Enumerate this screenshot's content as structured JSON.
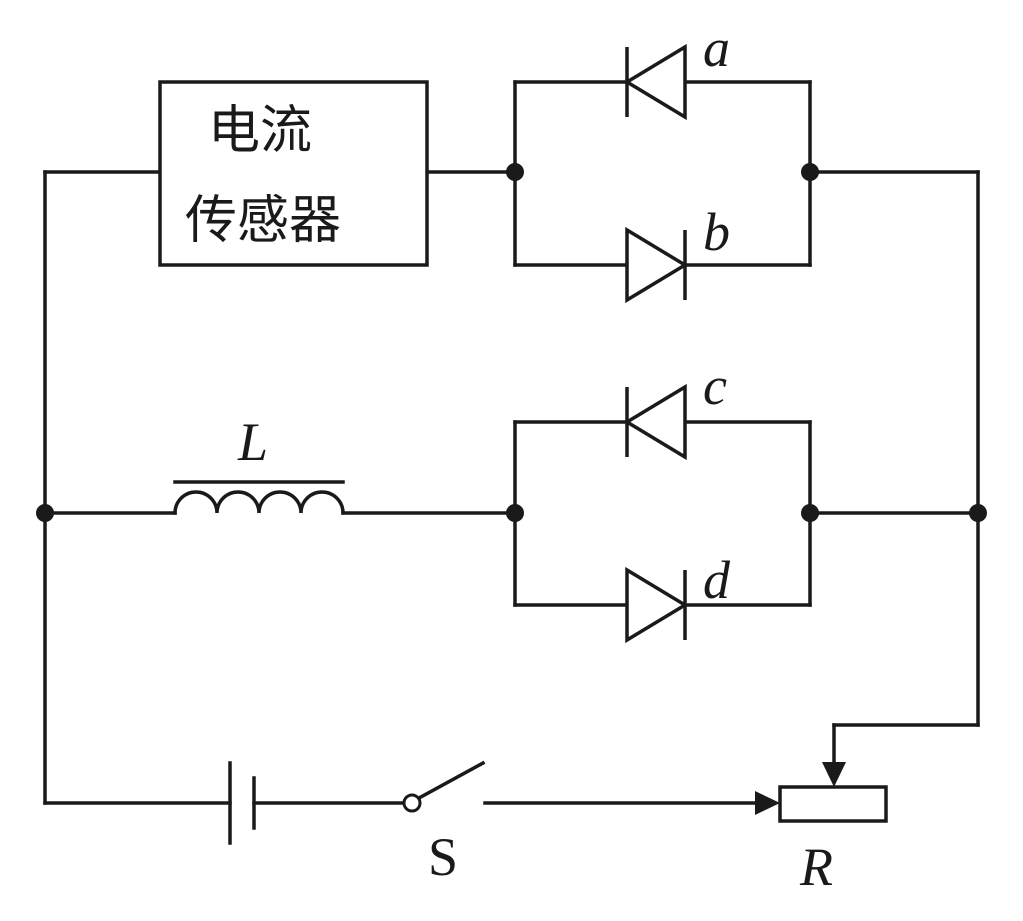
{
  "sensor": {
    "line1": "电流",
    "line2": "传感器"
  },
  "diodes": {
    "a": "a",
    "b": "b",
    "c": "c",
    "d": "d"
  },
  "inductor": {
    "label": "L"
  },
  "switch": {
    "label": "S"
  },
  "rheostat": {
    "label": "R"
  }
}
